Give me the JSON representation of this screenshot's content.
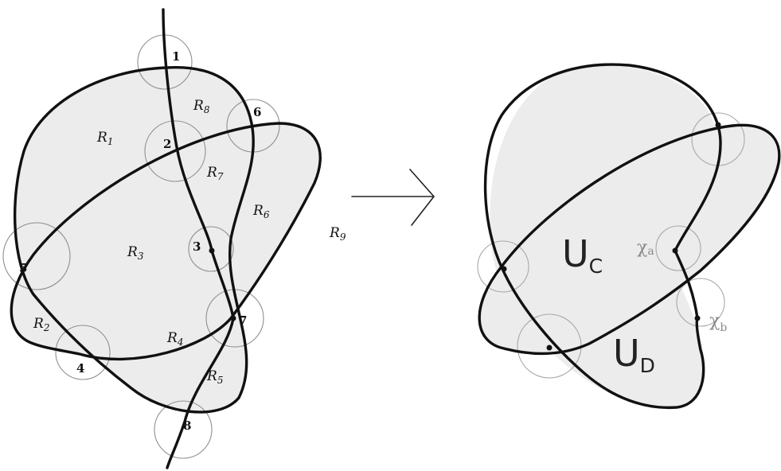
{
  "left_diagram": {
    "crossing_labels": [
      "1",
      "2",
      "3",
      "4",
      "5",
      "6",
      "7",
      "8"
    ],
    "regions": [
      {
        "base": "R",
        "index": "1"
      },
      {
        "base": "R",
        "index": "2"
      },
      {
        "base": "R",
        "index": "3"
      },
      {
        "base": "R",
        "index": "4"
      },
      {
        "base": "R",
        "index": "5"
      },
      {
        "base": "R",
        "index": "6"
      },
      {
        "base": "R",
        "index": "7"
      },
      {
        "base": "R",
        "index": "8"
      },
      {
        "base": "R",
        "index": "9"
      }
    ]
  },
  "right_diagram": {
    "u_c": {
      "main": "U",
      "sub": "C"
    },
    "u_d": {
      "main": "U",
      "sub": "D"
    },
    "x_a": {
      "main": "χ",
      "sub": "a"
    },
    "x_b": {
      "main": "χ",
      "sub": "b"
    }
  },
  "colors": {
    "stroke": "#111111",
    "fill": "#ececec",
    "circles": "#8f8f8f"
  }
}
